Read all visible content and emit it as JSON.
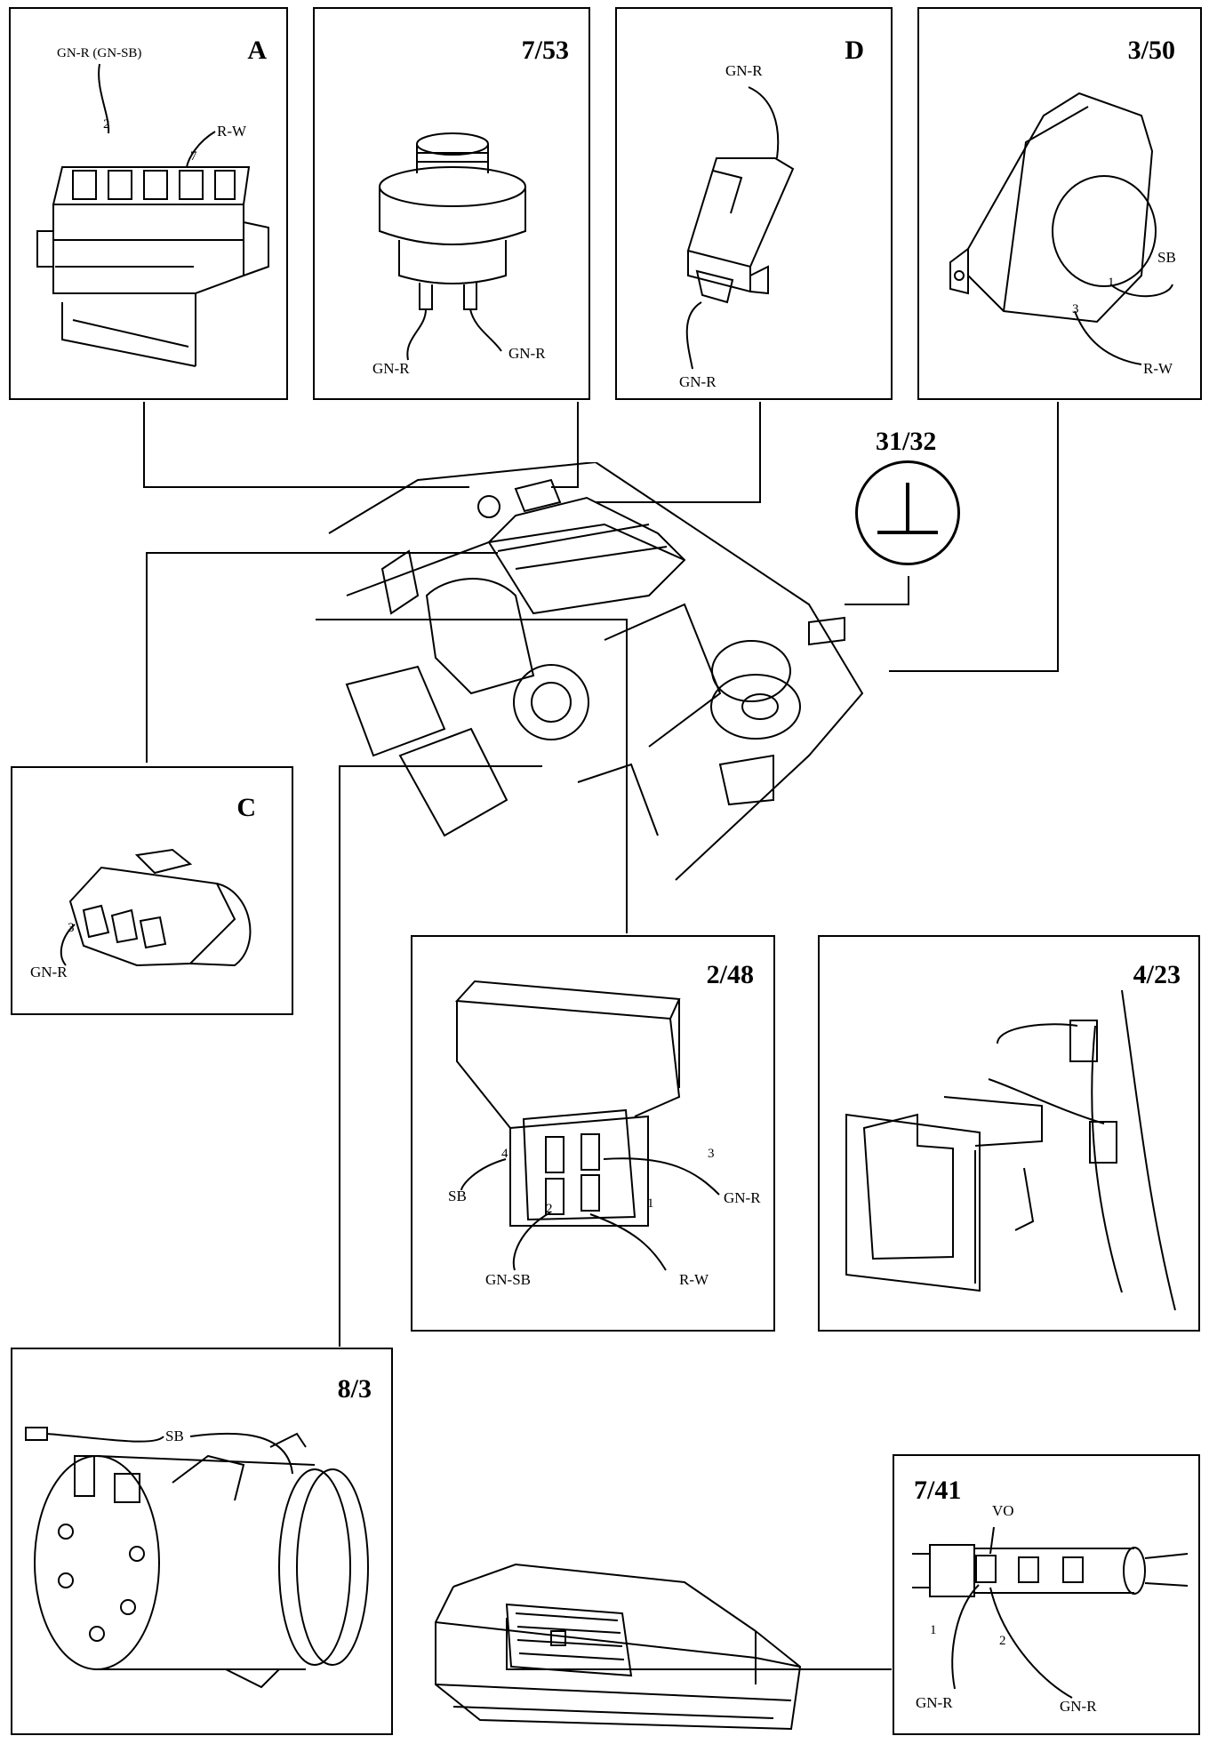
{
  "panels": {
    "A": {
      "title": "A",
      "labels": {
        "wire1": "GN-R (GN-SB)",
        "wire2": "R-W",
        "pin2": "2",
        "pin7": "7"
      }
    },
    "p753": {
      "title": "7/53",
      "labels": {
        "left": "GN-R",
        "right": "GN-R"
      }
    },
    "D": {
      "title": "D",
      "labels": {
        "top": "GN-R",
        "bottom": "GN-R"
      }
    },
    "p350": {
      "title": "3/50",
      "labels": {
        "sb": "SB",
        "rw": "R-W",
        "pin1": "1",
        "pin3": "3"
      }
    },
    "ground": {
      "title": "31/32"
    },
    "C": {
      "title": "C",
      "labels": {
        "pin3": "3",
        "wire": "GN-R"
      }
    },
    "p248": {
      "title": "2/48",
      "labels": {
        "sb": "SB",
        "gnsb": "GN-SB",
        "gnr": "GN-R",
        "rw": "R-W",
        "pin1": "1",
        "pin2": "2",
        "pin3": "3",
        "pin4": "4"
      }
    },
    "p423": {
      "title": "4/23"
    },
    "p83": {
      "title": "8/3",
      "labels": {
        "sb": "SB"
      }
    },
    "p741": {
      "title": "7/41",
      "labels": {
        "vo": "VO",
        "pin1": "1",
        "pin2": "2",
        "left": "GN-R",
        "right": "GN-R"
      }
    }
  }
}
